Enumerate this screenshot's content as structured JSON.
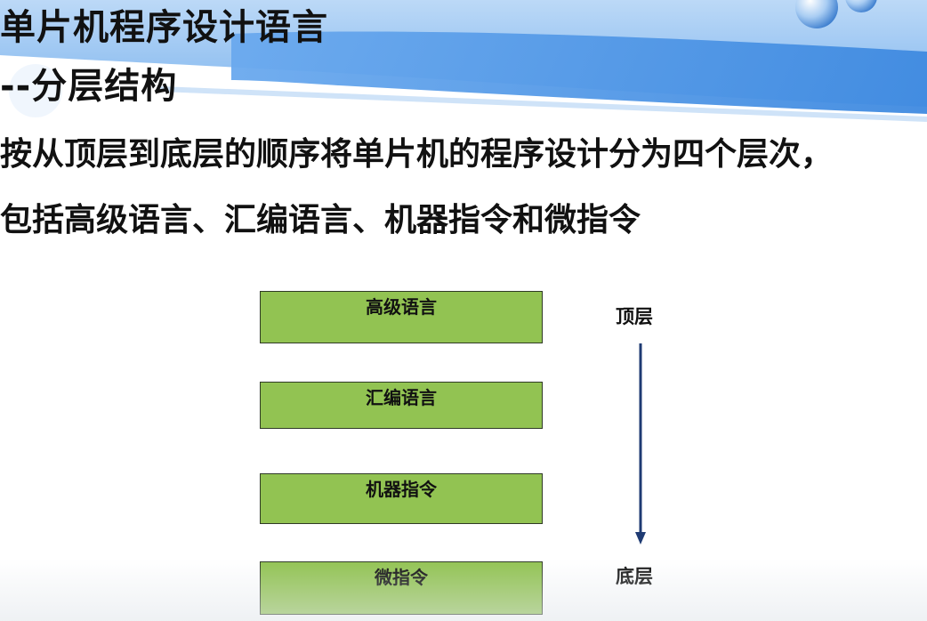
{
  "slide": {
    "title_line_1": "单片机程序设计语言",
    "title_line_2": "--分层结构",
    "intro_line_1": "按从顶层到底层的顺序将单片机的程序设计分为四个层次，",
    "intro_line_2": "包括高级语言、汇编语言、机器指令和微指令"
  },
  "layers": [
    {
      "label": "高级语言"
    },
    {
      "label": "汇编语言"
    },
    {
      "label": "机器指令"
    },
    {
      "label": "微指令"
    }
  ],
  "axis": {
    "top_label": "顶层",
    "bottom_label": "底层"
  },
  "colors": {
    "layer_fill": "#92c352",
    "header_blue": "#5b9ee6",
    "arrow": "#1f3b73"
  }
}
